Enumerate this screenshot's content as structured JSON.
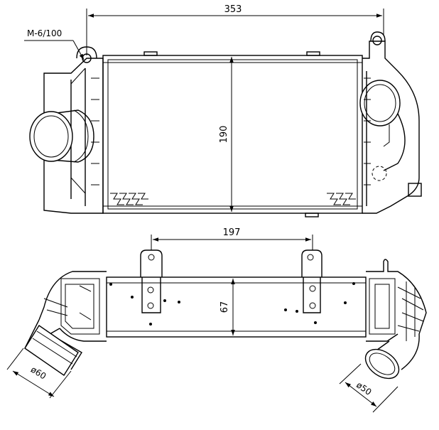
{
  "drawing": {
    "bolt_spec": "M-6/100",
    "dimensions": {
      "overall_width": "353",
      "core_height": "190",
      "bracket_spacing": "197",
      "core_depth": "67",
      "inlet_diameter": "ø60",
      "outlet_diameter": "ø50"
    }
  }
}
